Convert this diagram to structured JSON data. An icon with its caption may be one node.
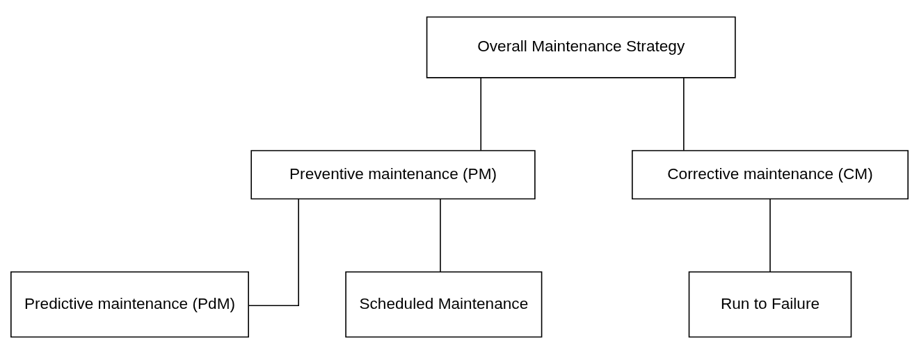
{
  "diagram": {
    "nodes": [
      {
        "text": [
          "Overall Maintenance Strategy"
        ]
      },
      {
        "text": [
          "Preventive maintenance (PM)"
        ]
      },
      {
        "text": [
          "Corrective maintenance (CM)"
        ]
      },
      {
        "text": [
          "Predictive maintenance (PdM)"
        ]
      },
      {
        "text": [
          "Scheduled Maintenance"
        ]
      },
      {
        "text": [
          "Run to Failure"
        ]
      }
    ],
    "edges": [
      {
        "from": 0,
        "to": 1,
        "arrow": "none"
      },
      {
        "from": 0,
        "to": 2,
        "arrow": "none"
      },
      {
        "from": 1,
        "to": 3,
        "arrow": "none"
      },
      {
        "from": 1,
        "to": 4,
        "arrow": "none"
      },
      {
        "from": 2,
        "to": 5,
        "arrow": "none"
      }
    ]
  }
}
